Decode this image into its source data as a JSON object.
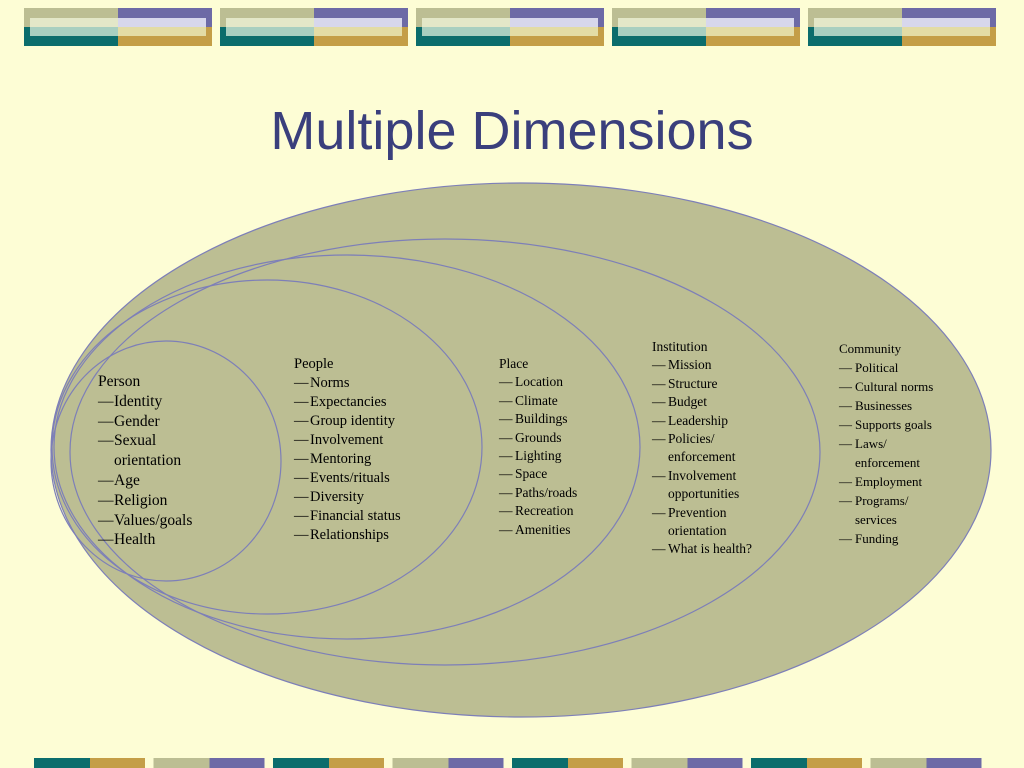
{
  "slide": {
    "title": "Multiple Dimensions"
  },
  "colors": {
    "background": "#fdfdd5",
    "title": "#3a3f7c",
    "ellipse_fill": "#bcbe93",
    "ellipse_stroke": "#7d7fb8",
    "band_purple": "#6d6aa6",
    "band_khaki": "#bcbe93",
    "band_teal": "#0b6d6c",
    "band_gold": "#c49e47",
    "band_light_teal": "#a8cfc0",
    "band_cream": "#e3dca5"
  },
  "dimensions": {
    "person": {
      "heading": "Person",
      "items": [
        "Identity",
        "Gender",
        "Sexual orientation",
        "Age",
        "Religion",
        "Values/goals",
        "Health"
      ]
    },
    "people": {
      "heading": "People",
      "items": [
        "Norms",
        "Expectancies",
        "Group identity",
        "Involvement",
        "Mentoring",
        "Events/rituals",
        "Diversity",
        "Financial status",
        "Relationships"
      ]
    },
    "place": {
      "heading": "Place",
      "items": [
        "Location",
        "Climate",
        "Buildings",
        "Grounds",
        "Lighting",
        "Space",
        "Paths/roads",
        "Recreation",
        "Amenities"
      ]
    },
    "institution": {
      "heading": "Institution",
      "items": [
        "Mission",
        "Structure",
        "Budget",
        "Leadership",
        "Policies/ enforcement",
        "Involvement opportunities",
        "Prevention orientation",
        "What is health?"
      ]
    },
    "community": {
      "heading": "Community",
      "items": [
        "Political",
        "Cultural norms",
        "Businesses",
        "Supports goals",
        "Laws/ enforcement",
        "Employment",
        "Programs/ services",
        "Funding"
      ]
    }
  }
}
